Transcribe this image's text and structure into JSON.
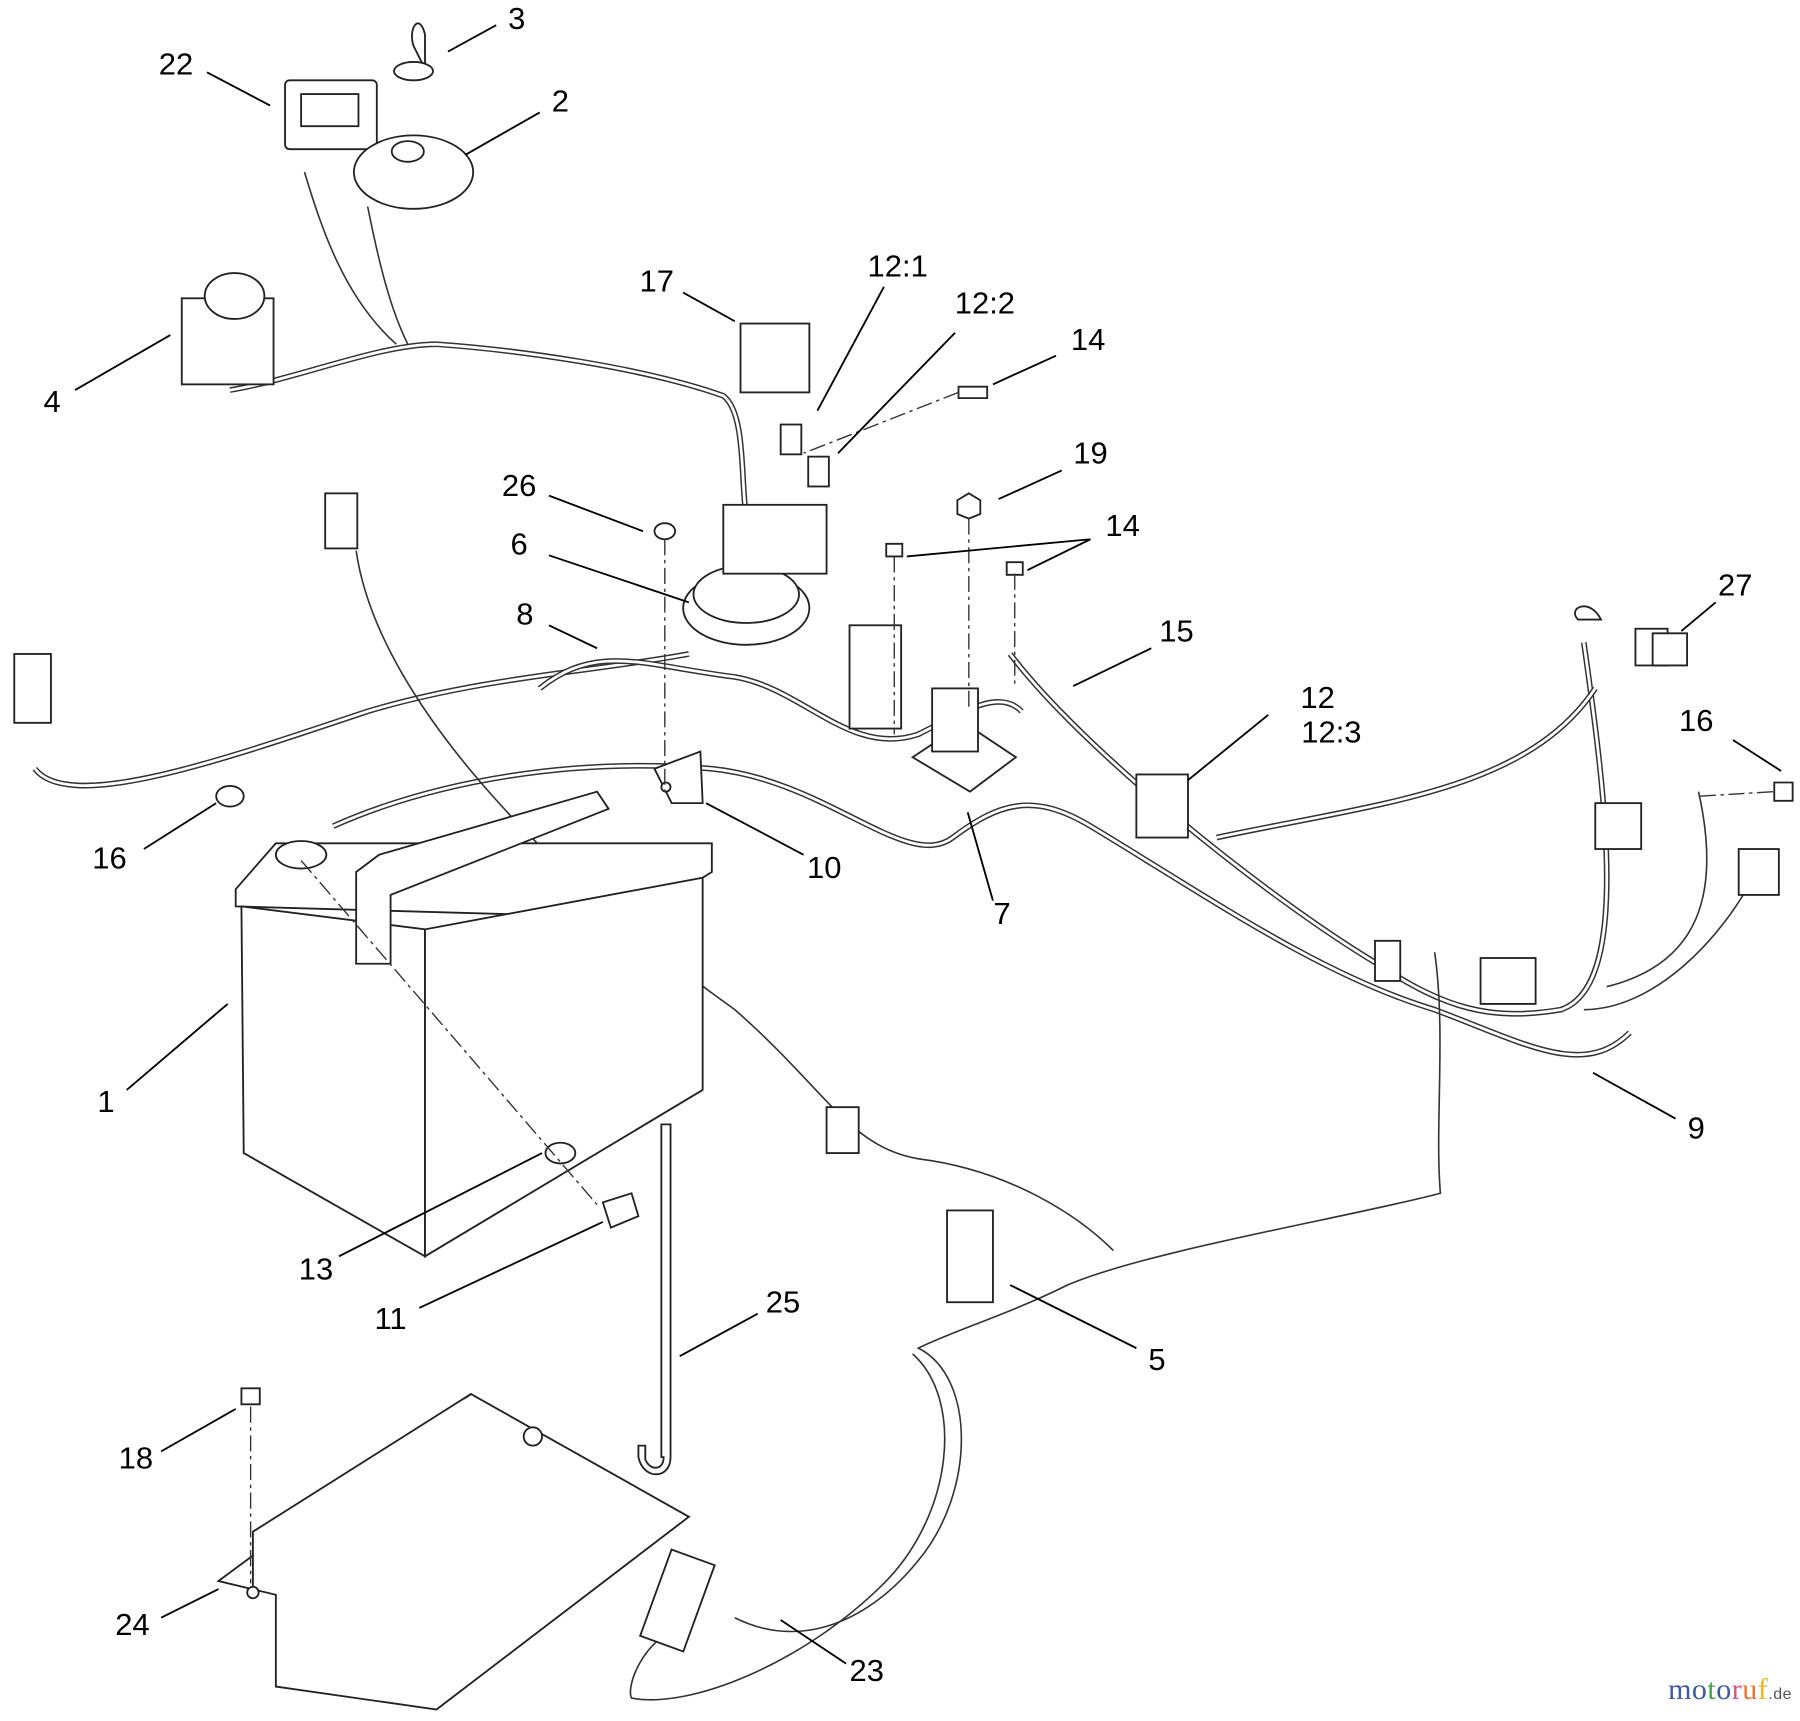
{
  "callouts": [
    "3",
    "22",
    "2",
    "4",
    "17",
    "12:1",
    "12:2",
    "14",
    "26",
    "19",
    "14",
    "6",
    "8",
    "15",
    "27",
    "12",
    "12:3",
    "16",
    "16",
    "10",
    "7",
    "1",
    "9",
    "13",
    "11",
    "25",
    "5",
    "18",
    "24",
    "23"
  ],
  "watermark": {
    "letters": [
      "m",
      "o",
      "t",
      "o",
      "r",
      "u",
      "f"
    ],
    "suffix": ".de",
    "colors": [
      "#3b5aa8",
      "#3b5aa8",
      "#3fa548",
      "#3b5aa8",
      "#e0508a",
      "#e8752a",
      "#f2b21b"
    ]
  }
}
